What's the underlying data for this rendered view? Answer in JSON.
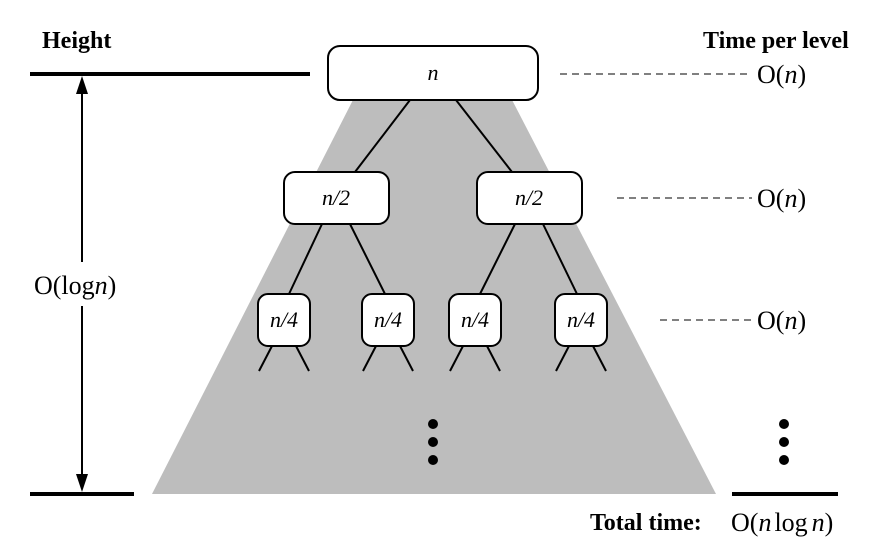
{
  "labels": {
    "height": "Height",
    "time_per_level": "Time per level",
    "total_time": "Total time:"
  },
  "height_value": {
    "open": "O(log",
    "var": "n",
    "close": ")"
  },
  "nodes": {
    "root": "n",
    "level1": [
      "n/2",
      "n/2"
    ],
    "level2": [
      "n/4",
      "n/4",
      "n/4",
      "n/4"
    ]
  },
  "level_costs": [
    {
      "open": "O(",
      "var": "n",
      "close": ")"
    },
    {
      "open": "O(",
      "var": "n",
      "close": ")"
    },
    {
      "open": "O(",
      "var": "n",
      "close": ")"
    }
  ],
  "total": {
    "open": "O(",
    "var1": "n",
    "log": "log",
    "var2": "n",
    "close": ")"
  },
  "colors": {
    "tree_fill": "#bdbdbd",
    "node_fill": "#ffffff",
    "stroke": "#000000"
  }
}
